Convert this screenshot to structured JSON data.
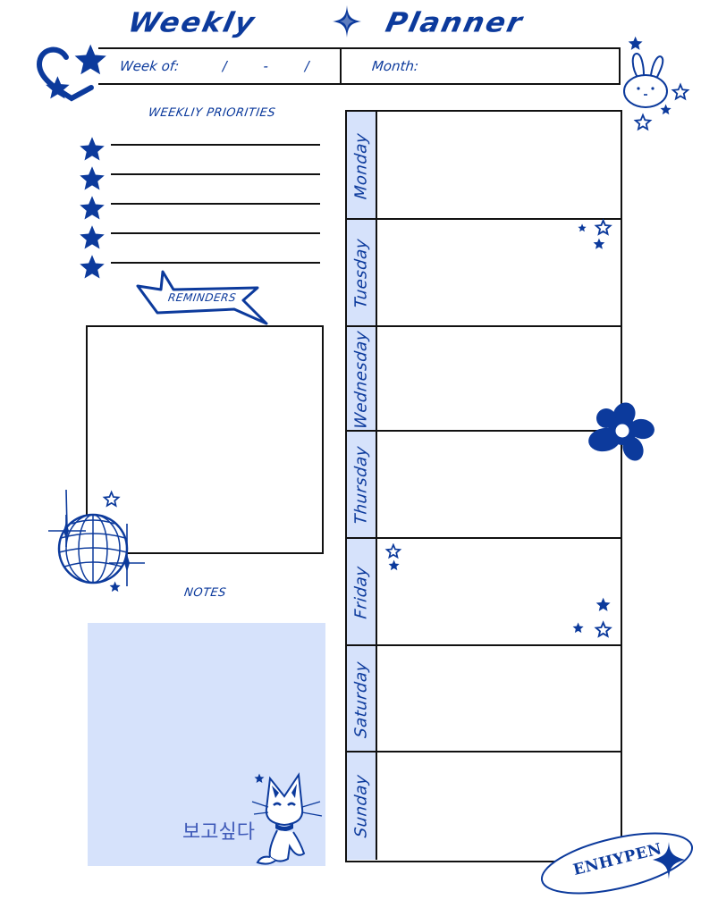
{
  "header": {
    "title_word_1": "Weekly",
    "title_word_2": "Planner",
    "title_icon": "four-point-sparkle-icon"
  },
  "week_bar": {
    "week_label": "Week of:",
    "date_separators": [
      "/",
      "-",
      "/"
    ],
    "month_label": "Month:"
  },
  "priorities": {
    "heading": "WEEKLIY PRIORITIES",
    "items": [
      "",
      "",
      "",
      "",
      ""
    ],
    "bullet_icon": "star-icon"
  },
  "reminders": {
    "heading": "REMINDERS",
    "content": ""
  },
  "notes": {
    "heading": "NOTES",
    "content": "",
    "sticker_text": "보고싶다"
  },
  "days": [
    {
      "label": "Monday",
      "content": ""
    },
    {
      "label": "Tuesday",
      "content": ""
    },
    {
      "label": "Wednesday",
      "content": ""
    },
    {
      "label": "Thursday",
      "content": ""
    },
    {
      "label": "Friday",
      "content": ""
    },
    {
      "label": "Saturday",
      "content": ""
    },
    {
      "label": "Sunday",
      "content": ""
    }
  ],
  "badge": {
    "text": "ENHYPEN"
  },
  "decorations": [
    "heart-stars-icon",
    "bunny-icon",
    "flower-icon",
    "disco-globe-icon",
    "cat-doodle-icon",
    "star-icon",
    "outline-star-icon"
  ],
  "colors": {
    "primary_blue": "#0c3a9c",
    "light_blue_fill": "#d6e2fb",
    "line_black": "#111111",
    "background": "#ffffff"
  }
}
